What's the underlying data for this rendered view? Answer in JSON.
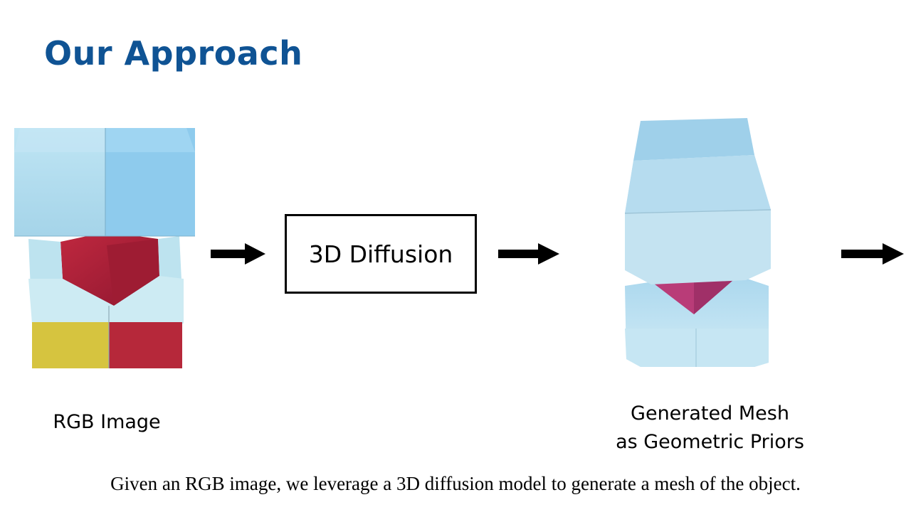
{
  "slide": {
    "title": "Our Approach",
    "title_color": "#0f5394",
    "steps": {
      "input_label": "RGB Image",
      "process_label": "3D Diffusion",
      "output_label_line1": "Generated Mesh",
      "output_label_line2": "as Geometric Priors"
    },
    "caption": "Given an RGB image, we leverage a 3D diffusion model to generate a mesh of the object.",
    "icons": [
      "arrow-right-icon",
      "arrow-right-icon",
      "arrow-right-icon"
    ],
    "colors": {
      "block_blue": "#a9d8ec",
      "block_red": "#b8243a",
      "block_yellow": "#d7c33c",
      "mesh_pink": "#c2407a"
    }
  }
}
